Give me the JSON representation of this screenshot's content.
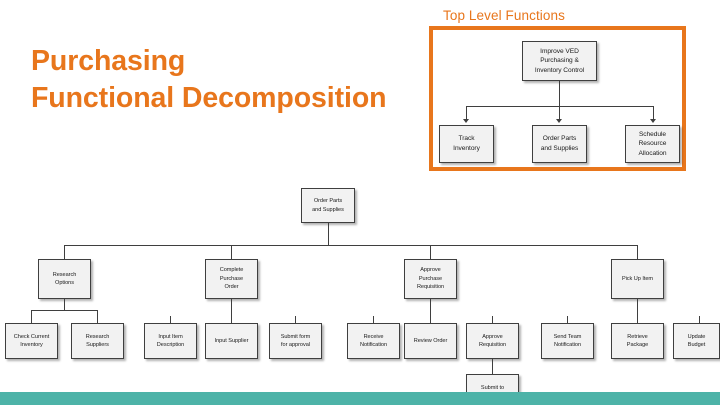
{
  "slide": {
    "title": "Purchasing\nFunctional Decomposition",
    "title_color": "#E8761C",
    "accent_color": "#E8761C",
    "footer_bar_color": "#4DB3A8",
    "background_color": "#FFFFFF"
  },
  "callout": {
    "caption": "Top Level Functions",
    "border_color": "#E8761C",
    "nodes": {
      "root": "Improve VED\nPurchasing &\nInventory Control",
      "children": [
        "Track\nInventory",
        "Order Parts\nand Supplies",
        "Schedule\nResource\nAllocation"
      ]
    }
  },
  "tree": {
    "root": "Order Parts\nand Supplies",
    "level2": [
      "Research\nOptions",
      "Complete\nPurchase\nOrder",
      "Approve\nPurchase\nRequisition",
      "Pick Up Item"
    ],
    "level3": [
      "Check Current\nInventory",
      "Research\nSuppliers",
      "Input Item\nDescription",
      "Input Supplier",
      "Submit form\nfor approval",
      "Receive\nNotification",
      "Review Order",
      "Approve\nRequisition",
      "Send Team\nNotification",
      "Retrieve\nPackage",
      "Update\nBudget"
    ],
    "level4": [
      "Submit to\nVED Office"
    ]
  }
}
